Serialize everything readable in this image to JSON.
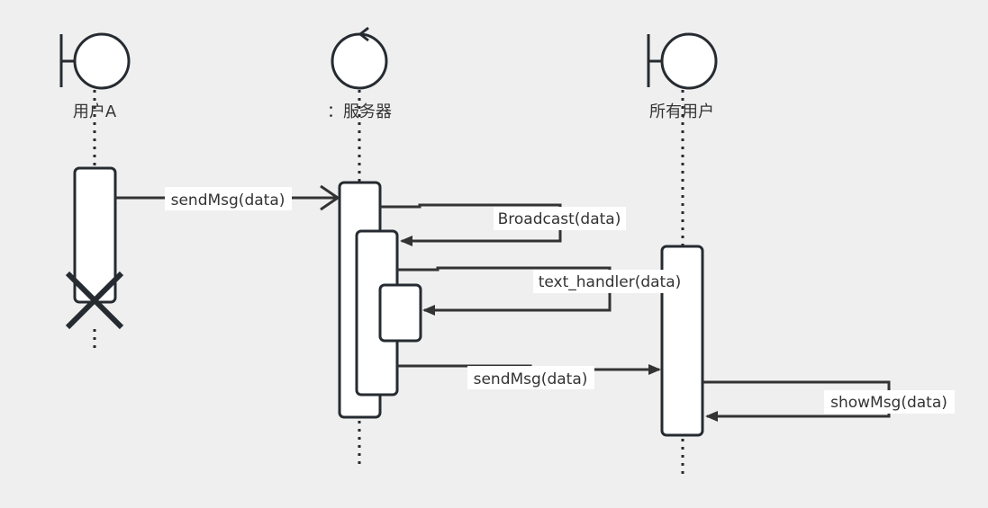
{
  "diagram": {
    "type": "sequence",
    "colors": {
      "background": "#efefef",
      "stroke": "#262b31",
      "arrow": "#333333",
      "fill": "#ffffff",
      "text": "#333333"
    },
    "participants": [
      {
        "id": "userA",
        "label": "用户A",
        "kind": "boundary"
      },
      {
        "id": "server",
        "label": "：服务器",
        "kind": "control"
      },
      {
        "id": "allUsers",
        "label": "所有用户",
        "kind": "boundary"
      }
    ],
    "messages": [
      {
        "label": "sendMsg(data)",
        "from": "用户A",
        "to": "：服务器",
        "style": "async-open-arrow"
      },
      {
        "label": "Broadcast(data)",
        "from": "：服务器",
        "to": "：服务器",
        "style": "self-call"
      },
      {
        "label": "text_handler(data)",
        "from": "：服务器",
        "to": "：服务器",
        "style": "self-call"
      },
      {
        "label": "sendMsg(data)",
        "from": "：服务器",
        "to": "所有用户",
        "style": "sync-filled-arrow"
      },
      {
        "label": "showMsg(data)",
        "from": "所有用户",
        "to": "所有用户",
        "style": "self-call"
      }
    ],
    "destroy_marker": {
      "participant": "用户A",
      "symbol": "X"
    }
  }
}
